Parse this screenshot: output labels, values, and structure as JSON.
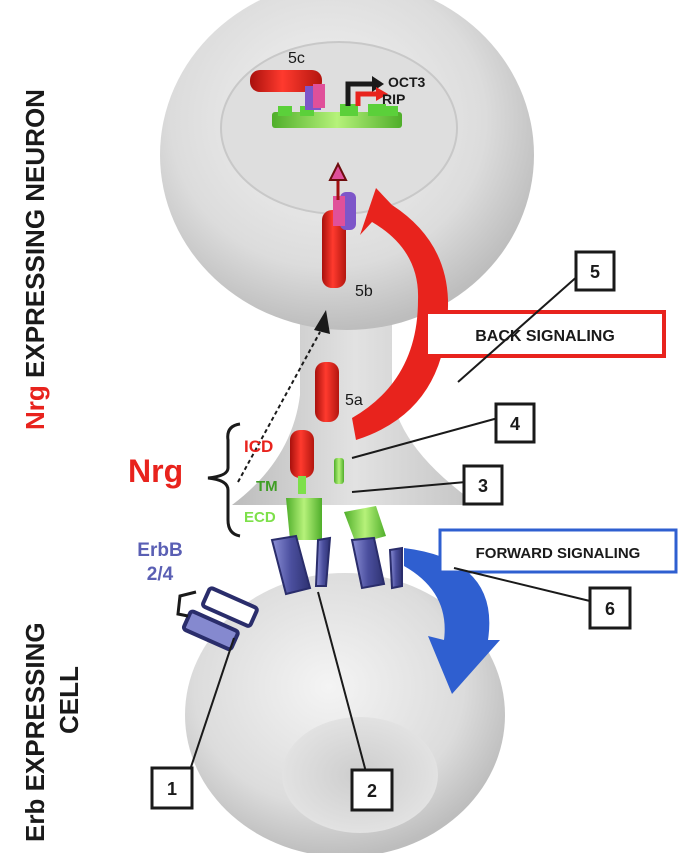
{
  "side_labels": {
    "top_highlight": "Nrg",
    "top_rest": " EXPRESSING NEURON",
    "bottom_line1": "Erb EXPRESSING",
    "bottom_line2": "CELL"
  },
  "domain_labels": {
    "nrg": "Nrg",
    "icd": "ICD",
    "tm": "TM",
    "ecd": "ECD",
    "erbb_line1": "ErbB",
    "erbb_line2": "2/4"
  },
  "stage_labels": {
    "s5a": "5a",
    "s5b": "5b",
    "s5c": "5c"
  },
  "genes": {
    "oct3": "OCT3",
    "rip": "RIP"
  },
  "signals": {
    "back": "BACK SIGNALING",
    "forward": "FORWARD SIGNALING"
  },
  "callouts": [
    "1",
    "2",
    "3",
    "4",
    "5",
    "6"
  ],
  "colors": {
    "nrg_red": "#e8231d",
    "erbb_blue": "#5a5fb4",
    "forward_blue": "#2f5fd0",
    "tm_green": "#7de04a",
    "cell_gray": "#d6d6d6"
  }
}
